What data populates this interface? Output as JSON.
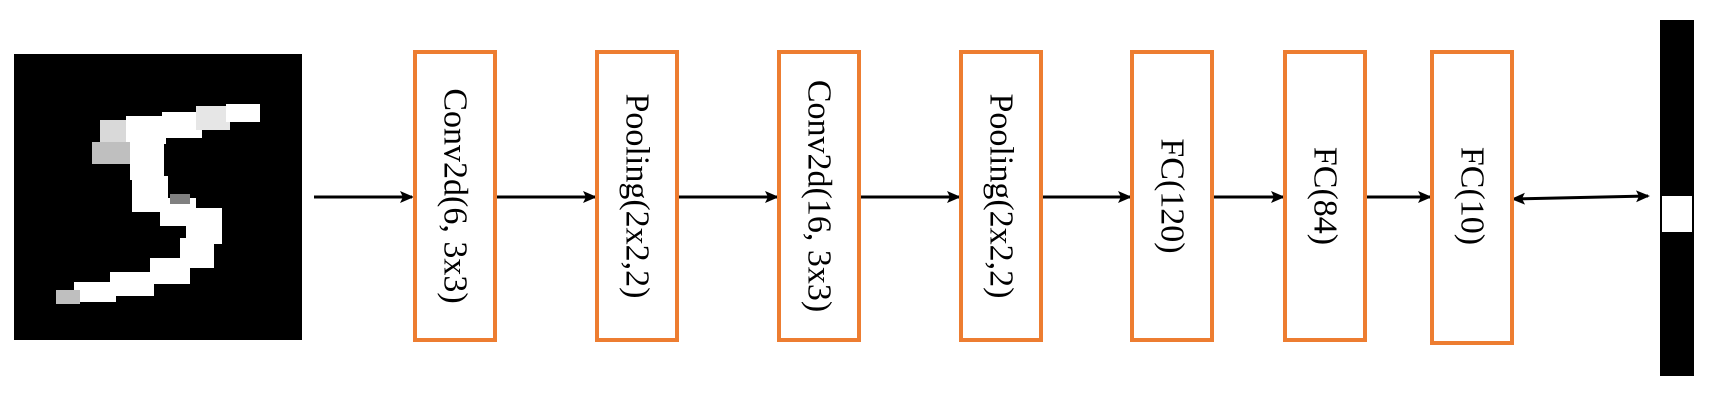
{
  "colors": {
    "box_border": "#ed7d31",
    "arrow": "#000000",
    "background": "#ffffff",
    "input_bg": "#000000"
  },
  "input": {
    "icon": "mnist-digit-5-image"
  },
  "layers": [
    {
      "label": "Conv2d(6, 3x3)"
    },
    {
      "label": "Pooling(2x2,2)"
    },
    {
      "label": "Conv2d(16, 3x3)"
    },
    {
      "label": "Pooling(2x2,2)"
    },
    {
      "label": "FC(120)"
    },
    {
      "label": "FC(84)"
    },
    {
      "label": "FC(10)"
    }
  ],
  "output": {
    "icon": "one-hot-output-vector"
  }
}
